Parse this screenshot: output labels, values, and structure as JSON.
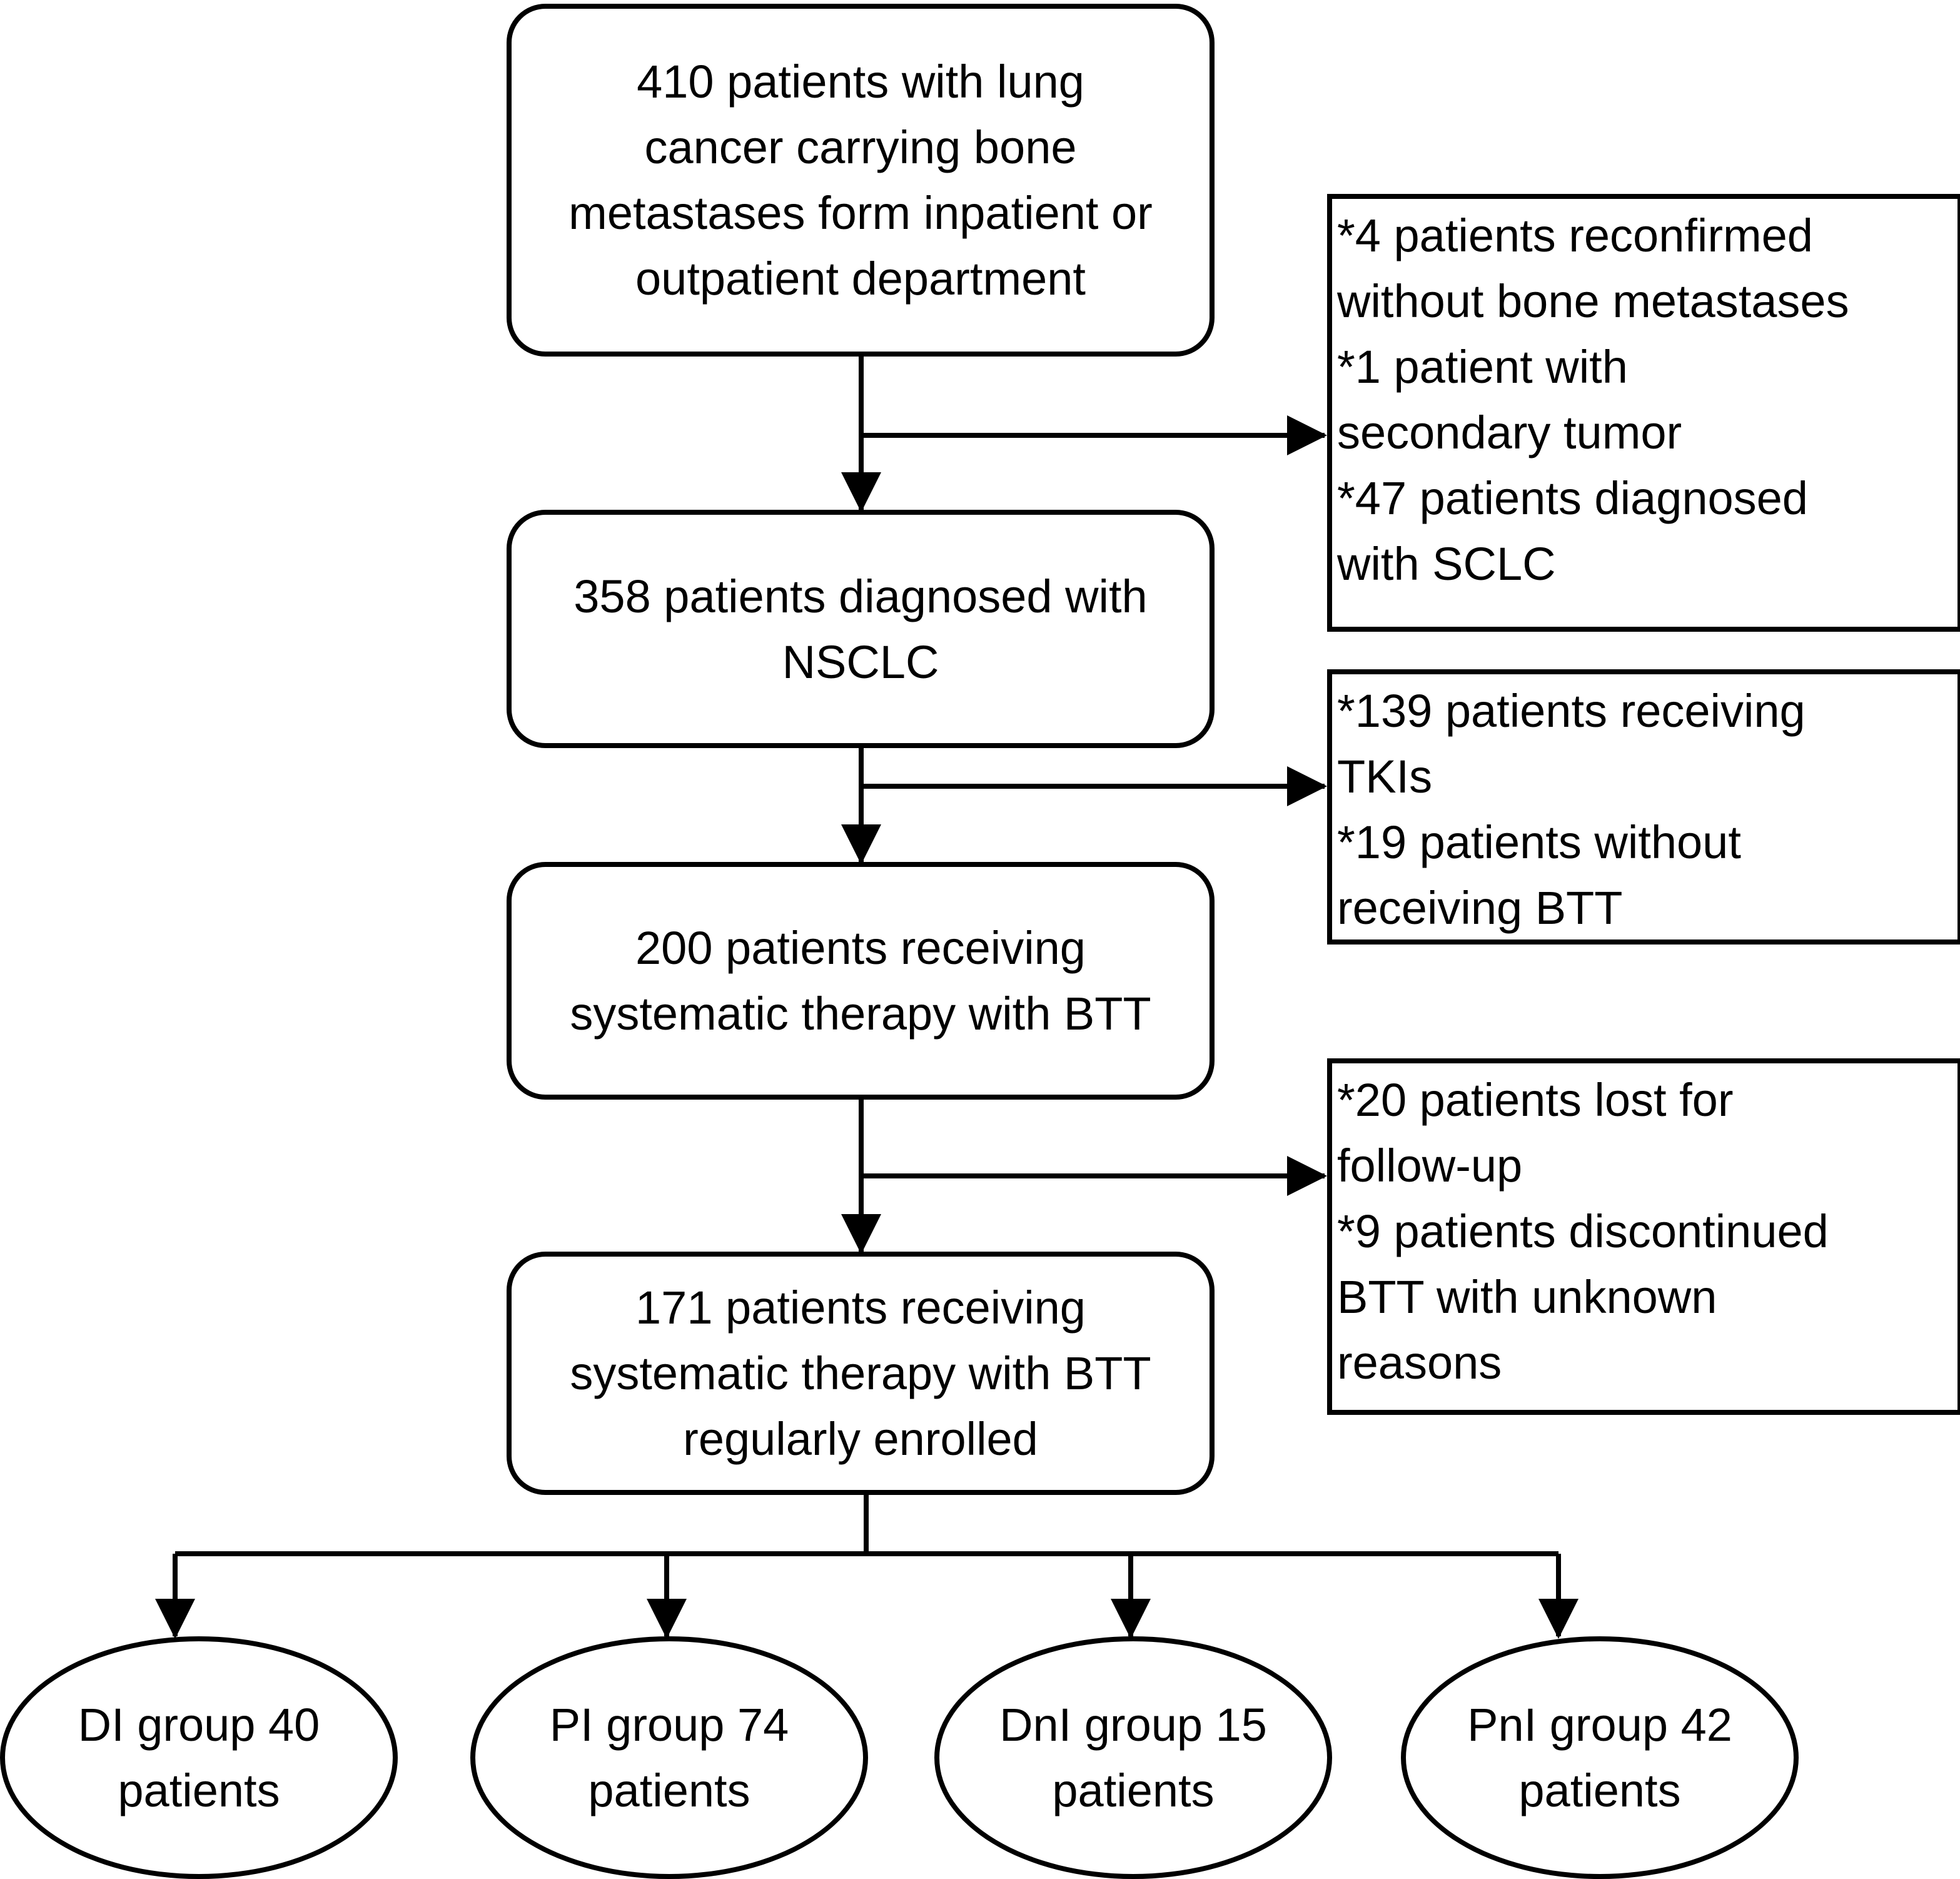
{
  "flowchart": {
    "steps": [
      {
        "id": "initial",
        "text": "410 patients with lung\ncancer carrying bone\nmetastases form inpatient or\noutpatient department"
      },
      {
        "id": "nsclc",
        "text": "358 patients diagnosed with\nNSCLC"
      },
      {
        "id": "systematic",
        "text": "200 patients receiving\nsystematic therapy with BTT"
      },
      {
        "id": "enrolled",
        "text": "171 patients receiving\nsystematic therapy with BTT\nregularly enrolled"
      }
    ],
    "exclusions": [
      {
        "id": "exclusion-1",
        "text": " *4 patients reconfirmed\nwithout bone metastases\n *1 patient with\nsecondary tumor\n *47 patients diagnosed\nwith SCLC"
      },
      {
        "id": "exclusion-2",
        "text": " *139 patients receiving\nTKIs\n *19 patients without\nreceiving BTT"
      },
      {
        "id": "exclusion-3",
        "text": " *20 patients lost for\nfollow-up\n *9 patients discontinued\nBTT with unknown\nreasons"
      }
    ],
    "groups": [
      {
        "id": "di",
        "text": "DI group 40\npatients"
      },
      {
        "id": "pi",
        "text": "PI group 74\npatients"
      },
      {
        "id": "dni",
        "text": "DnI group 15\npatients"
      },
      {
        "id": "pni",
        "text": "PnI group 42\npatients"
      }
    ]
  },
  "colors": {
    "stroke": "#000000",
    "background": "#ffffff"
  }
}
